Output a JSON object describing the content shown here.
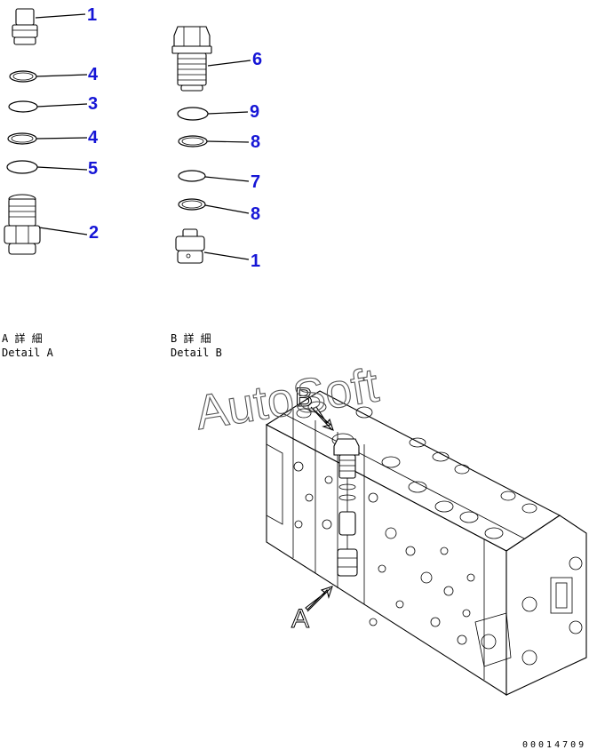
{
  "callouts": {
    "a1": "1",
    "a4_top": "4",
    "a3": "3",
    "a4_bottom": "4",
    "a5": "5",
    "a2": "2",
    "b6": "6",
    "b9": "9",
    "b8_top": "8",
    "b7": "7",
    "b8_bottom": "8",
    "b1": "1"
  },
  "captions": {
    "detail_a_jp": "A 詳 細",
    "detail_a_en": "Detail A",
    "detail_b_jp": "B 詳 細",
    "detail_b_en": "Detail B"
  },
  "view_labels": {
    "a": "A",
    "b": "B"
  },
  "watermark": "AutoSoft",
  "figure_number": "00014709",
  "colors": {
    "callout": "#1616d6",
    "line": "#000000"
  }
}
